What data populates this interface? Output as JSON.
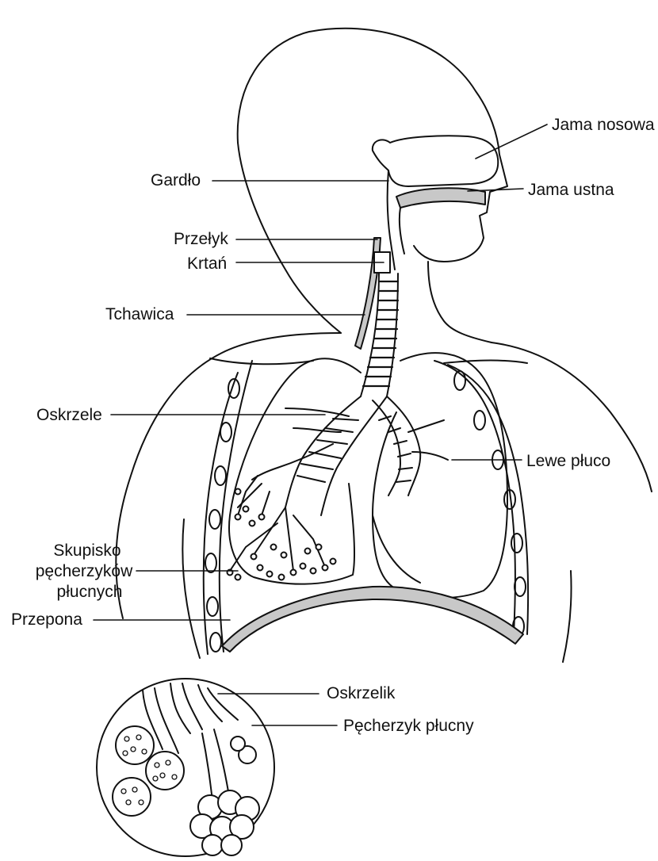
{
  "labels": {
    "jama_nosowa": "Jama nosowa",
    "gardlo": "Gardło",
    "jama_ustna": "Jama ustna",
    "przelyk": "Przełyk",
    "krtan": "Krtań",
    "tchawica": "Tchawica",
    "oskrzele": "Oskrzele",
    "lewe_pluco": "Lewe płuco",
    "skupisko_line1": "Skupisko",
    "skupisko_line2": "pęcherzyków",
    "skupisko_line3": "płucnych",
    "przepona": "Przepona",
    "oskrzelik": "Oskrzelik",
    "pecherzyk": "Pęcherzyk płucny"
  },
  "colors": {
    "ink": "#111111",
    "shade": "#c8c8c8",
    "background": "#ffffff"
  }
}
